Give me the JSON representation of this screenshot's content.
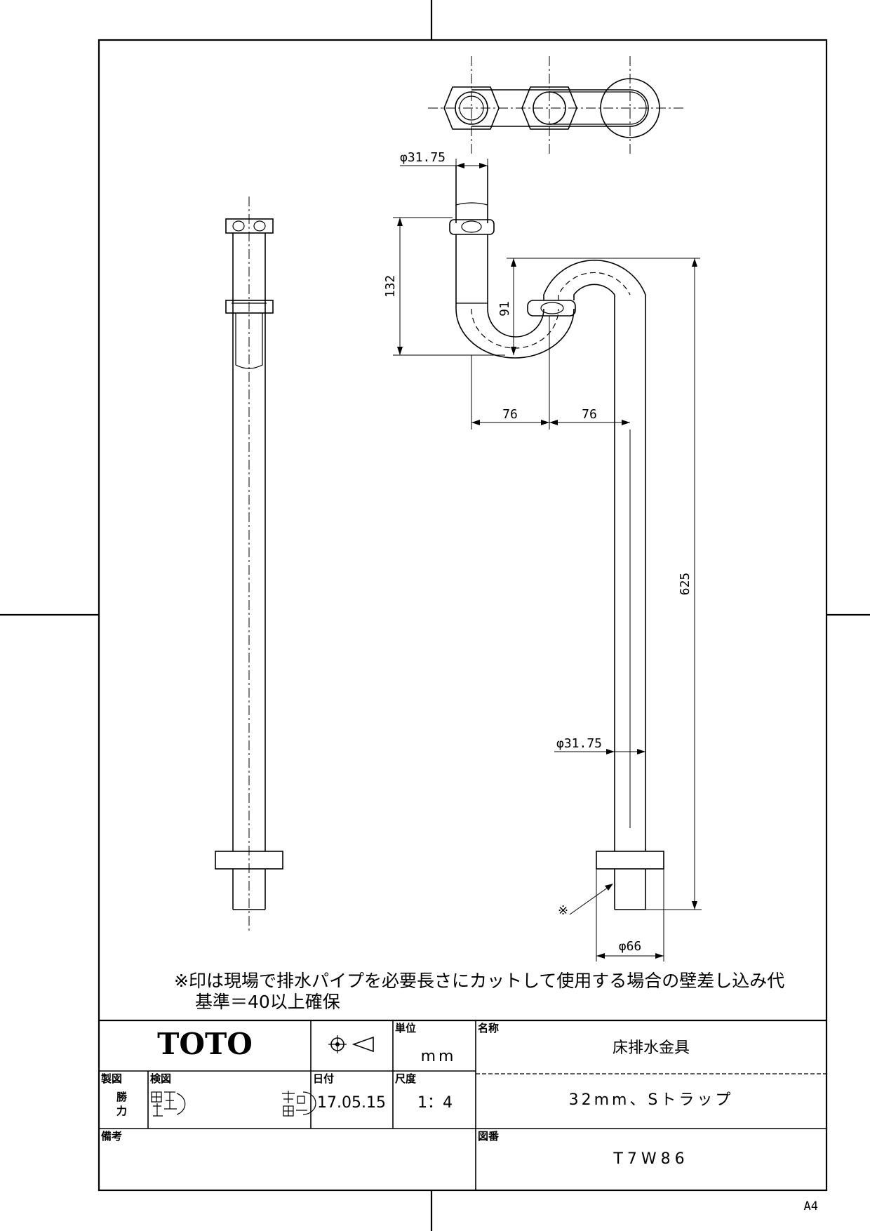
{
  "drawing": {
    "dimensions": {
      "top_pipe_diameter": "φ31.75",
      "trap_height": "132",
      "inner_height": "91",
      "offset_left": "76",
      "offset_right": "76",
      "drop_length": "625",
      "lower_pipe_diameter": "φ31.75",
      "flange_diameter": "φ66",
      "cut_mark": "※"
    },
    "note_line1": "※印は現場で排水パイプを必要長さにカットして使用する場合の壁差し込み代",
    "note_line2": "基準＝40以上確保"
  },
  "title_block": {
    "company": "TOTO",
    "unit_label": "単位",
    "unit_value": "mm",
    "name_label": "名称",
    "name_value": "床排水金具",
    "drafted_label": "製図",
    "drafted_value_1": "勝",
    "drafted_value_2": "力",
    "checked_label": "検図",
    "date_label": "日付",
    "date_value": "17.05.15",
    "scale_label": "尺度",
    "scale_value": "1：4",
    "spec_value": "32mm、Sトラップ",
    "remarks_label": "備考",
    "drawing_no_label": "図番",
    "drawing_no_value": "T7W86"
  },
  "paper_size": "A4"
}
